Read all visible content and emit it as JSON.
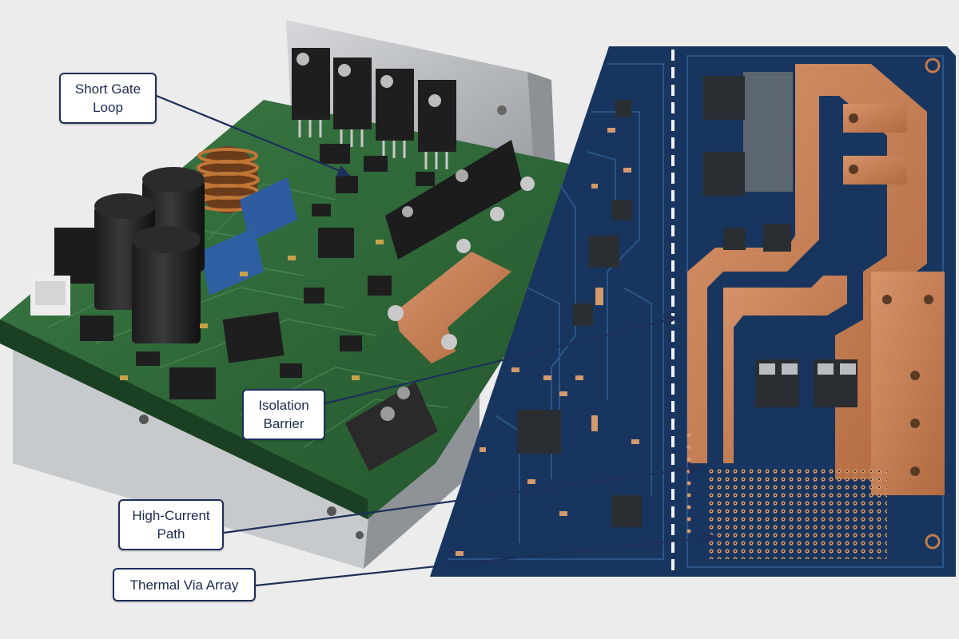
{
  "callouts": {
    "short_gate_loop": "Short Gate\nLoop",
    "isolation_barrier": "Isolation\nBarrier",
    "high_current_path": "High-Current\nPath",
    "thermal_via_array": "Thermal Via Array"
  },
  "colors": {
    "pcb_green": "#2f6a3a",
    "pcb_navy": "#16325a",
    "copper": "#c27a50",
    "heatsink": "#b9bcc0",
    "callout_border": "#1d2f5a",
    "background": "#ececec"
  }
}
